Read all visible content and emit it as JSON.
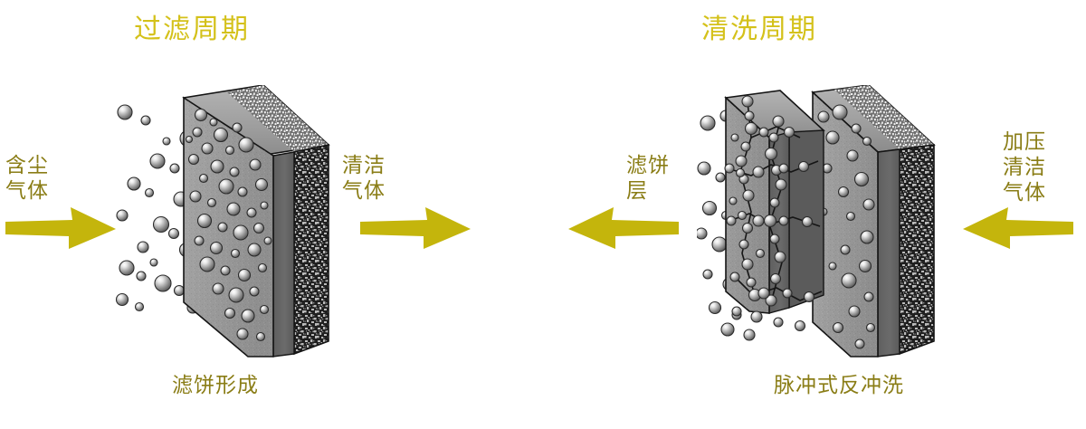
{
  "diagram": {
    "background_color": "#ffffff",
    "title_color": "#d4c11a",
    "label_color": "#8a7d16",
    "arrow_color": "#c4b50c"
  },
  "panels": [
    {
      "id": "filtration",
      "title": "过滤周期",
      "caption": "滤饼形成",
      "left_label": "含尘\n气体",
      "left_label_lines": [
        "含尘",
        "气体"
      ],
      "right_label": "清洁\n气体",
      "right_label_lines": [
        "清洁",
        "气体"
      ],
      "left_arrow_direction": "right",
      "right_arrow_direction": "right"
    },
    {
      "id": "cleaning",
      "title": "清洗周期",
      "caption": "脉冲式反冲洗",
      "left_label": "滤饼\n层",
      "left_label_lines": [
        "滤饼",
        "层"
      ],
      "right_label": "加压\n清洁\n气体",
      "right_label_lines": [
        "加压",
        "清洁",
        "气体"
      ],
      "left_arrow_direction": "left",
      "right_arrow_direction": "left"
    }
  ],
  "icons": {
    "arrow_right": "arrow-right-icon",
    "arrow_left": "arrow-left-icon",
    "filter_slab": "filter-slab-icon",
    "dust_particles": "dust-particle-icon",
    "cake_layer": "filter-cake-layer-icon"
  }
}
